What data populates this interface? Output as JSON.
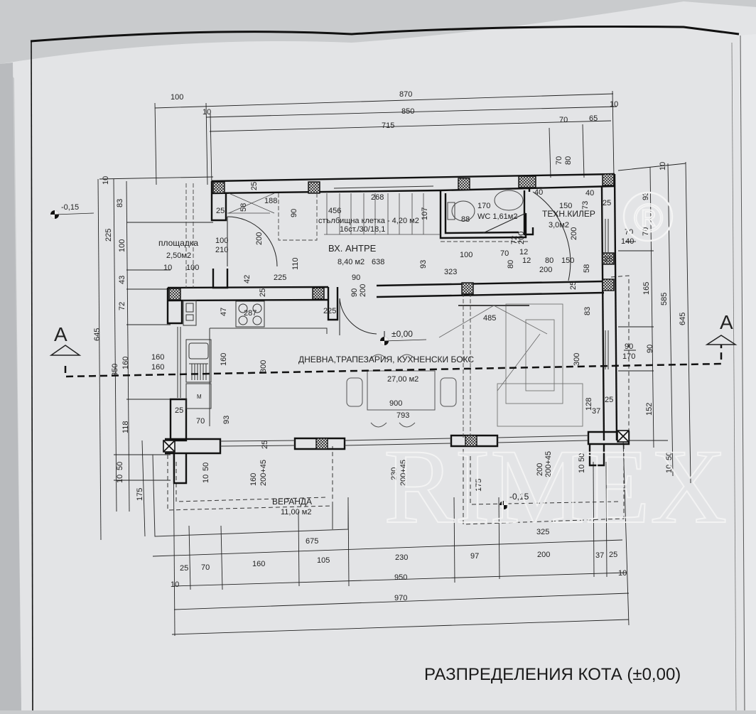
{
  "drawing": {
    "title": "РАЗПРЕДЕЛЕНИЯ КОТА (±0,00)",
    "watermark": "RIMEX",
    "watermark_mark": "®",
    "section_marker_left": "A",
    "section_marker_right": "A",
    "colors": {
      "paper": "#e4e5e7",
      "line": "#1c1c1c",
      "background": "#c9cbcd"
    }
  },
  "rooms": [
    {
      "name": "ВХ. АНТРЕ",
      "area": "8,40 м2"
    },
    {
      "name": "стълбищна клетка - 4,20 м2",
      "area": "16ст./30/18,1"
    },
    {
      "name": "WC 1,61м2",
      "area": ""
    },
    {
      "name": "ТЕХН.КИЛЕР",
      "area": "3,0м2"
    },
    {
      "name": "площадка",
      "area": "2,50м2"
    },
    {
      "name": "ДНЕВНА,ТРАПЕЗАРИЯ, КУХНЕНСКИ БОКС",
      "area": "27,00 м2"
    },
    {
      "name": "ВЕРАНДА",
      "area": "11,00 м2"
    }
  ],
  "levels": {
    "main": "±0,00",
    "left": "-0,15",
    "veranda": "-0,15"
  },
  "dimensions": {
    "top": [
      "100",
      "870",
      "10",
      "850",
      "10",
      "715",
      "70",
      "65",
      "70",
      "80"
    ],
    "bottom": [
      "675",
      "325",
      "25",
      "70",
      "160",
      "105",
      "230",
      "97",
      "200",
      "37",
      "25",
      "10",
      "950",
      "10",
      "970"
    ],
    "left": [
      "10",
      "83",
      "225",
      "100",
      "43",
      "72",
      "645",
      "160",
      "350",
      "118",
      "50",
      "10",
      "175"
    ],
    "right": [
      "10",
      "93",
      "70",
      "140",
      "165",
      "585",
      "645",
      "90",
      "170",
      "152",
      "50",
      "10"
    ],
    "interior": [
      "25",
      "188",
      "58",
      "25",
      "456",
      "268",
      "90",
      "107",
      "100",
      "210",
      "200",
      "110",
      "638",
      "93",
      "42",
      "225",
      "25",
      "90",
      "10",
      "100",
      "90",
      "200",
      "323",
      "170",
      "88",
      "40",
      "150",
      "40",
      "73",
      "25",
      "200",
      "70",
      "72",
      "200",
      "12",
      "12",
      "80",
      "80",
      "150",
      "200",
      "58",
      "25",
      "47",
      "287",
      "225",
      "160",
      "160",
      "160",
      "300",
      "485",
      "83",
      "25",
      "300",
      "900",
      "793",
      "128",
      "37",
      "25",
      "70",
      "93",
      "25",
      "50",
      "10",
      "50",
      "160",
      "200+45",
      "230",
      "200+45",
      "200",
      "200+45",
      "175"
    ]
  },
  "labels": {
    "dim_100_top": "100",
    "dim_870": "870",
    "dim_10a": "10",
    "dim_850": "850",
    "dim_10b": "10",
    "dim_715": "715",
    "dim_70t": "70",
    "dim_65": "65",
    "dim_70v": "70",
    "dim_80v": "80",
    "l_10": "10",
    "l_83": "83",
    "l_225": "225",
    "l_100": "100",
    "l_43": "43",
    "l_72": "72",
    "l_645": "645",
    "l_160": "160",
    "l_350": "350",
    "l_118": "118",
    "l_50": "50",
    "l_10b": "10",
    "l_175": "175",
    "r_10": "10",
    "r_93": "93",
    "r_70": "70",
    "r_140": "140",
    "r_165": "165",
    "r_585": "585",
    "r_645": "645",
    "r_90": "90",
    "r_170": "170",
    "r_152": "152",
    "r_50": "50",
    "r_10b": "10",
    "b_675": "675",
    "b_325": "325",
    "b_25a": "25",
    "b_70": "70",
    "b_160": "160",
    "b_105": "105",
    "b_230": "230",
    "b_97": "97",
    "b_200": "200",
    "b_37": "37",
    "b_25b": "25",
    "b_10a": "10",
    "b_950": "950",
    "b_10b": "10",
    "b_970": "970",
    "i_25a": "25",
    "i_188": "188",
    "i_58": "58",
    "i_25b": "25",
    "i_456": "456",
    "i_268": "268",
    "i_90a": "90",
    "i_107": "107",
    "i_100a": "100",
    "i_210": "210",
    "i_200a": "200",
    "i_110": "110",
    "i_638": "638",
    "i_93a": "93",
    "i_42": "42",
    "i_225a": "225",
    "i_25c": "25",
    "i_90b": "90",
    "i_10": "10",
    "i_100b": "100",
    "i_90c": "90",
    "i_200b": "200",
    "i_323": "323",
    "i_170": "170",
    "i_88": "88",
    "i_40a": "40",
    "i_150a": "150",
    "i_40b": "40",
    "i_73": "73",
    "i_25d": "25",
    "i_200c": "200",
    "i_70a": "70",
    "i_72": "72",
    "i_200d": "200",
    "i_12a": "12",
    "i_12b": "12",
    "i_80a": "80",
    "i_80b": "80",
    "i_150b": "150",
    "i_200e": "200",
    "i_58b": "58",
    "i_25e": "25",
    "i_47": "47",
    "i_287": "287",
    "i_225b": "225",
    "i_160a": "160",
    "i_160b": "160",
    "i_160c": "160",
    "i_300a": "300",
    "i_485": "485",
    "i_83": "83",
    "i_25f": "25",
    "i_300b": "300",
    "i_900": "900",
    "i_793": "793",
    "i_128": "128",
    "i_37": "37",
    "i_25g": "25",
    "i_70b": "70",
    "i_93b": "93",
    "i_25h": "25",
    "i_50a": "50",
    "i_10b": "10",
    "i_50b": "50",
    "i_10c": "10",
    "i_160d": "160",
    "i_20045a": "200+45",
    "i_230": "230",
    "i_20045b": "200+45",
    "i_200f": "200",
    "i_20045c": "200+45",
    "i_175": "175",
    "i_50c": "50",
    "i_10d": "10",
    "i_m": "M"
  }
}
